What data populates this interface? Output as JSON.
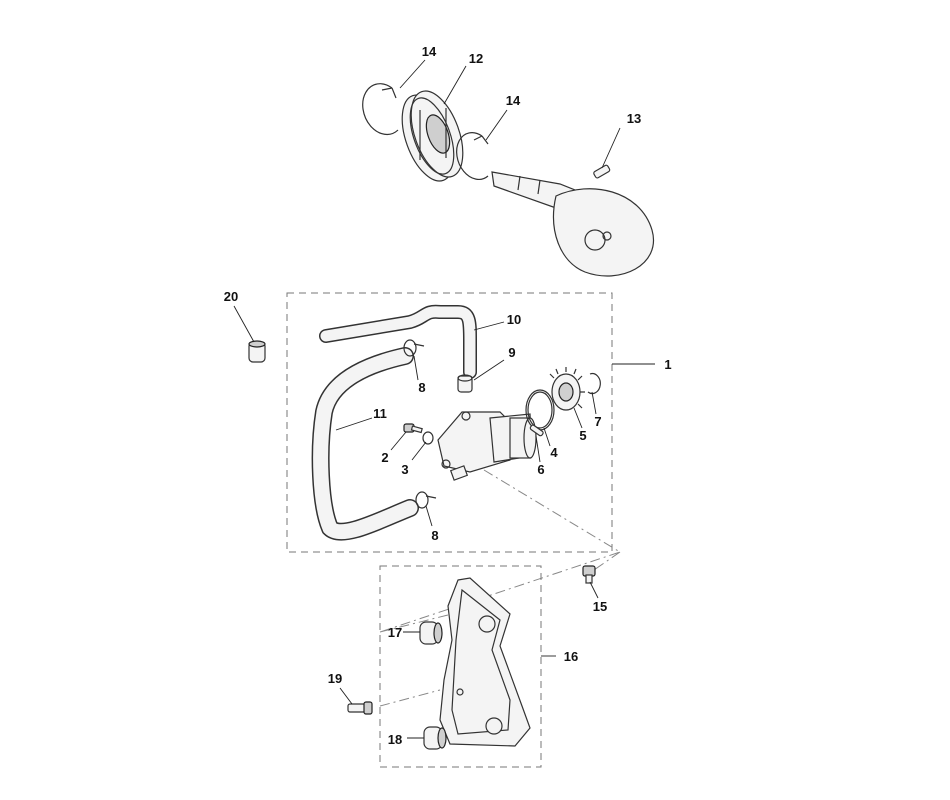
{
  "callouts": {
    "c1": "1",
    "c2": "2",
    "c3": "3",
    "c4": "4",
    "c5": "5",
    "c6": "6",
    "c7": "7",
    "c8a": "8",
    "c8b": "8",
    "c9": "9",
    "c10": "10",
    "c11": "11",
    "c12": "12",
    "c13": "13",
    "c14a": "14",
    "c14b": "14",
    "c15": "15",
    "c16": "16",
    "c17": "17",
    "c18": "18",
    "c19": "19",
    "c20": "20"
  }
}
